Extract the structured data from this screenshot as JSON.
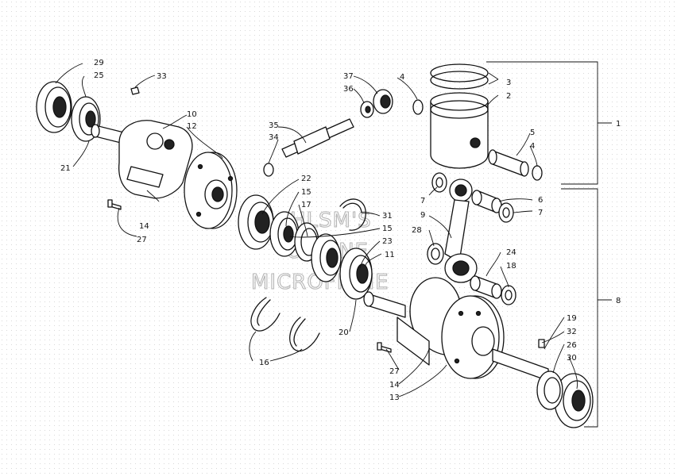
{
  "diagram": {
    "watermark": [
      "HLSM'S",
      "ONLINE",
      "MICROFICHE"
    ],
    "callouts": {
      "p1": "1",
      "p2": "2",
      "p3": "3",
      "p4a": "4",
      "p4b": "4",
      "p5": "5",
      "p6": "6",
      "p7a": "7",
      "p7b": "7",
      "p8": "8",
      "p9": "9",
      "p10": "10",
      "p11": "11",
      "p12": "12",
      "p13": "13",
      "p14a": "14",
      "p14b": "14",
      "p15a": "15",
      "p15b": "15",
      "p16": "16",
      "p17": "17",
      "p18": "18",
      "p19": "19",
      "p20": "20",
      "p21": "21",
      "p22": "22",
      "p23": "23",
      "p24": "24",
      "p25": "25",
      "p26": "26",
      "p27a": "27",
      "p27b": "27",
      "p28": "28",
      "p29": "29",
      "p30": "30",
      "p31": "31",
      "p32": "32",
      "p33": "33",
      "p34": "34",
      "p35": "35",
      "p36": "36",
      "p37": "37"
    }
  }
}
